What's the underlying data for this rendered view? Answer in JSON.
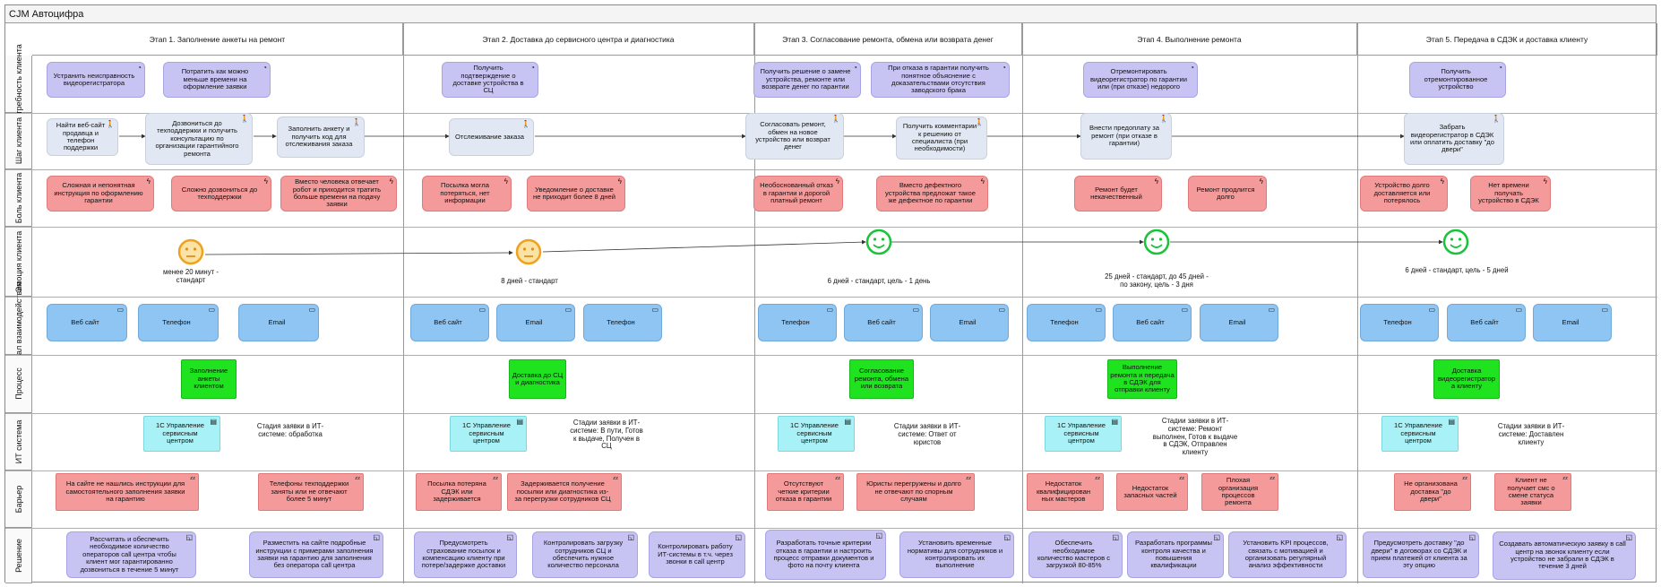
{
  "title": "CJM Автоцифра",
  "lanes": [
    "Потребность клиента",
    "Шаг клиента",
    "Боль клиента",
    "Эмоция клиента",
    "Канал взаимодействия",
    "Процесс",
    "ИТ система",
    "Барьер",
    "Решение"
  ],
  "stages": [
    "Этап 1. Заполнение анкеты на ремонт",
    "Этап 2. Доставка до сервисного центра и диагностика",
    "Этап 3. Согласование ремонта, обмена или возврата денег",
    "Этап 4. Выполнение ремонта",
    "Этап 5. Передача в СДЭК и доставка клиенту"
  ],
  "needs": [
    "Устранить неисправность видеорегистратора",
    "Потратить как можно меньше времени на оформление заявки",
    "Получить подтверждение о доставке устройства в СЦ",
    "Получить решение о замене устройства, ремонте или возврате денег по гарантии",
    "При отказа в гарантии получить понятное объяснение с доказательствами отсутствия заводского брака",
    "Отремонтировать видеорегистратор по гарантии или (при отказе) недорого",
    "Получить отремонтированное устройство"
  ],
  "steps": [
    "Найти веб-сайт продавца и телефон поддержки",
    "Дозвониться до техподдержки и получить консультацию по организации гарантийного ремонта",
    "Заполнить анкету и получить код для отслеживания заказа",
    "Отслеживание заказа",
    "Согласовать ремонт, обмен на новое устройство или возврат денег",
    "Получить комментарии к решению от специалиста (при необходимости)",
    "Внести предоплату за ремонт (при отказе в гарантии)",
    "Забрать видеорегистратор в СДЭК или оплатить доставку \"до двери\""
  ],
  "pains": [
    "Сложная и непонятная инструкция по оформлению гарантии",
    "Сложно дозвониться до техподдержки",
    "Вместо человека отвечает робот и приходится тратить больше времени на подачу заявки",
    "Посылка могла потеряться, нет информации",
    "Уведомление о доставке не приходит более 8 дней",
    "Необоснованный отказ в гарантии и дорогой платный ремонт",
    "Вместо дефектного устройства предложат такое же дефектное по гарантии",
    "Ремонт будет некачественный",
    "Ремонт продлится долго",
    "Устройство долго доставляется или потерялось",
    "Нет времени получать устройство в СДЭК"
  ],
  "emotions": [
    {
      "mood": "neutral",
      "label": "менее 20 минут - стандарт"
    },
    {
      "mood": "neutral",
      "label": "8 дней - стандарт"
    },
    {
      "mood": "happy",
      "label": "6 дней - стандарт, цель - 1 день"
    },
    {
      "mood": "happy",
      "label": "25 дней - стандарт, до 45 дней - по закону, цель - 3 дня"
    },
    {
      "mood": "happy",
      "label": "6 дней - стандарт, цель - 5 дней"
    }
  ],
  "channels": [
    "Веб сайт",
    "Телефон",
    "Email",
    "Веб сайт",
    "Email",
    "Телефон",
    "Телефон",
    "Веб сайт",
    "Email",
    "Телефон",
    "Веб сайт",
    "Email",
    "Телефон",
    "Веб сайт",
    "Email"
  ],
  "processes": [
    "Заполнение анкеты клиентом",
    "Доставка до СЦ и диагностика",
    "Согласование ремонта, обмена или возврата",
    "Выполнение ремонта и передача в СДЭК для отправки клиенту",
    "Доставка видеорегистратор а клиенту"
  ],
  "it_systems": [
    "1С Управление сервисным центром",
    "1С Управление сервисным центром",
    "1С Управление сервисным центром",
    "1С Управление сервисным центром",
    "1С Управление сервисным центром"
  ],
  "it_status": [
    "Стадия заявки в ИТ-системе: обработка",
    "Стадии заявки в ИТ-системе: В пути, Готов к выдаче, Получен в СЦ",
    "Стадии заявки в ИТ-системе: Ответ от юристов",
    "Стадии заявки в ИТ-системе: Ремонт выполнен, Готов к выдаче в СДЭК, Отправлен клиенту",
    "Стадии заявки в ИТ-системе: Доставлен клиенту"
  ],
  "barriers": [
    "На сайте не нашлись инструкции для самостоятельного заполнения заявки на гарантию",
    "Телефоны техподдержки заняты или не отвечают более 5 минут",
    "Посылка потеряна СДЭК или задерживается",
    "Задерживается получение посылки или диагностика из-за перегрузки сотрудников СЦ",
    "Отсутствуют четкие критерии отказа в гарантии",
    "Юристы перегружены и долго не отвечают по спорным случаям",
    "Недостаток квалифицирован ных мастеров",
    "Недостаток запасных частей",
    "Плохая организация процессов ремонта",
    "Не организована доставка \"до двери\"",
    "Клиент не получает смс о смене статуса заявки"
  ],
  "solutions": [
    "Рассчитать и обеспечить необходимое количество операторов call центра чтобы клиент мог гарантированно дозвониться в течение 5 минут",
    "Разместить на сайте подробные инструкции с примерами заполнения заявки на гарантию для заполнения без оператора call центра",
    "Предусмотреть страхование посылок и компенсацию клиенту при потере/задержке доставки",
    "Контролировать загрузку сотрудников СЦ и обеспечить нужное количество персонала",
    "Контролировать работу ИТ-системы в т.ч. через звонки в call центр",
    "Разработать точные критерии отказа в гарантии и настроить процесс отправки документов и фото на почту клиента",
    "Установить временные нормативы для сотрудников и контролировать их выполнение",
    "Обеспечить необходимое количество мастеров с загрузкой 80-85%",
    "Разработать программы контроля качества и повышения квалификации",
    "Установить KPI процессов, связать с мотивацией и организовать регулярный анализ эффективности",
    "Предусмотреть доставку \"до двери\" в договорах со СДЭК и прием платежей от клиента за эту опцию",
    "Создавать автоматическую заявку в call центр на звонок клиенту если устройство не забрали в СДЭК в течение 3 дней"
  ],
  "icons": {
    "need": "user-search-icon",
    "step": "walking-person-icon",
    "pain": "lightning-icon",
    "channel": "device-icon",
    "it": "application-icon",
    "barrier": "zzz-icon",
    "solution": "note-icon"
  }
}
